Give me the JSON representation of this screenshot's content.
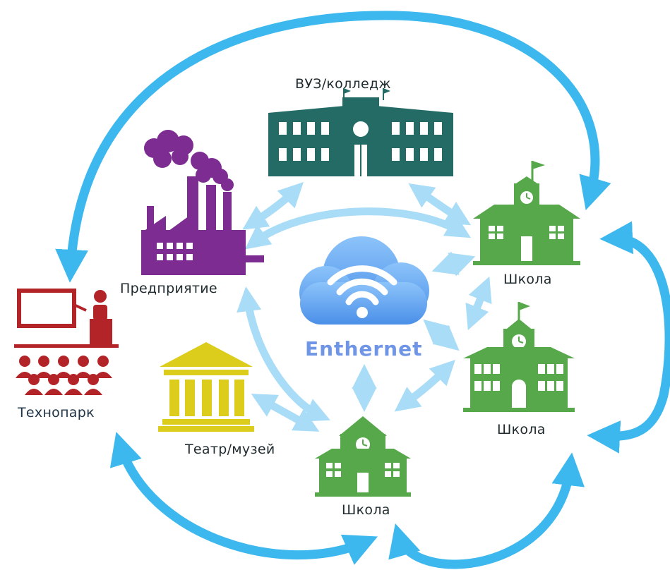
{
  "diagram": {
    "center": {
      "label": "Enthernet",
      "icon": "cloud-wifi-icon"
    },
    "nodes": {
      "university": {
        "label": "ВУЗ/колледж",
        "icon": "university-building-icon"
      },
      "enterprise": {
        "label": "Предприятие",
        "icon": "factory-icon"
      },
      "technopark": {
        "label": "Технопарк",
        "icon": "presentation-audience-icon"
      },
      "theater": {
        "label": "Театр/музей",
        "icon": "museum-columns-icon"
      },
      "school_right_top": {
        "label": "Школа",
        "icon": "school-icon"
      },
      "school_right_bottom": {
        "label": "Школа",
        "icon": "school-icon"
      },
      "school_bottom": {
        "label": "Школа",
        "icon": "school-icon"
      }
    },
    "colors": {
      "outer_arrows": "#3cb8ee",
      "inner_arrows": "#a9dcf7",
      "university": "#246b66",
      "enterprise": "#7d2d92",
      "technopark": "#b22428",
      "theater": "#dccd1c",
      "school": "#56a84a",
      "cloud": "#5d9ef0",
      "center_text": "#6f95e6"
    }
  }
}
